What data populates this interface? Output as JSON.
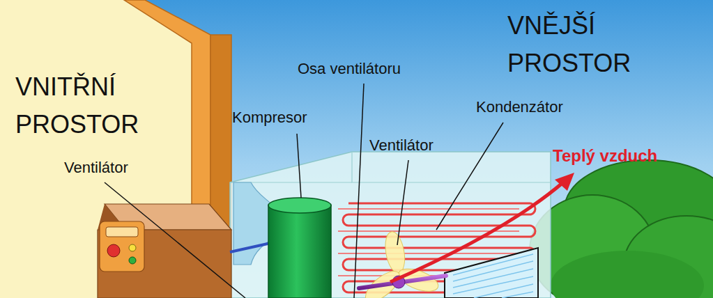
{
  "diagram": {
    "labels": [
      "VNITŘNÍ PROSTOR",
      "VNĚJŠÍ PROSTOR",
      "Osa ventilátoru",
      "Kompresor",
      "Kondenzátor",
      "Ventilátor",
      "Teplý vzduch",
      "Ventilátor"
    ]
  }
}
